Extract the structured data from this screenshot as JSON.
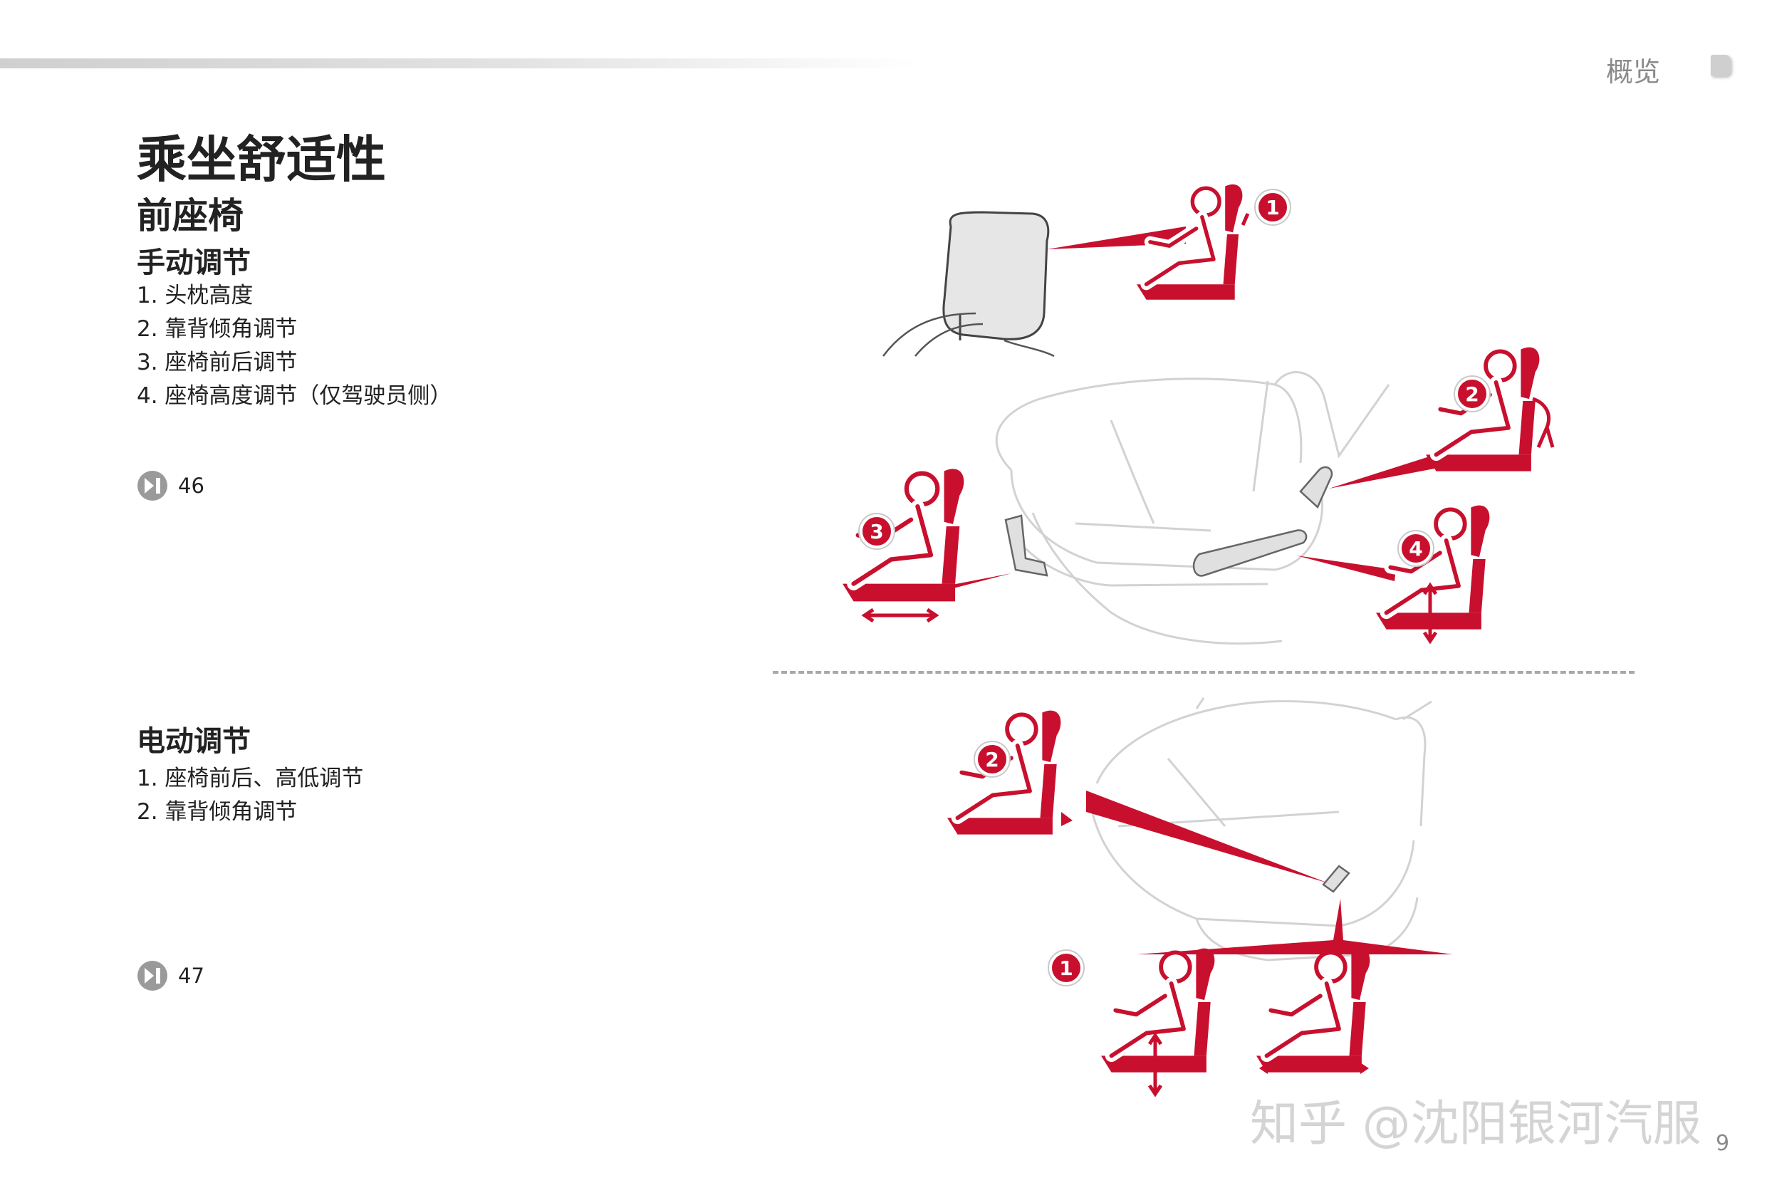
{
  "header": {
    "section": "概览"
  },
  "title": "乘坐舒适性",
  "subtitle": "前座椅",
  "manual": {
    "heading": "手动调节",
    "items": [
      "1. 头枕高度",
      "2. 靠背倾角调节",
      "3. 座椅前后调节",
      "4. 座椅高度调节（仅驾驶员侧）"
    ],
    "ref_page": "46"
  },
  "electric": {
    "heading": "电动调节",
    "items": [
      "1. 座椅前后、高低调节",
      "2. 靠背倾角调节"
    ],
    "ref_page": "47"
  },
  "callouts": {
    "manual": [
      "1",
      "2",
      "3",
      "4"
    ],
    "electric": [
      "2",
      "1"
    ]
  },
  "colors": {
    "accent": "#c8102e",
    "muted": "#8a8a8a"
  },
  "icons": {
    "reference": "page-reference-icon"
  },
  "watermark": "知乎 @沈阳银河汽服",
  "page_number": "9"
}
